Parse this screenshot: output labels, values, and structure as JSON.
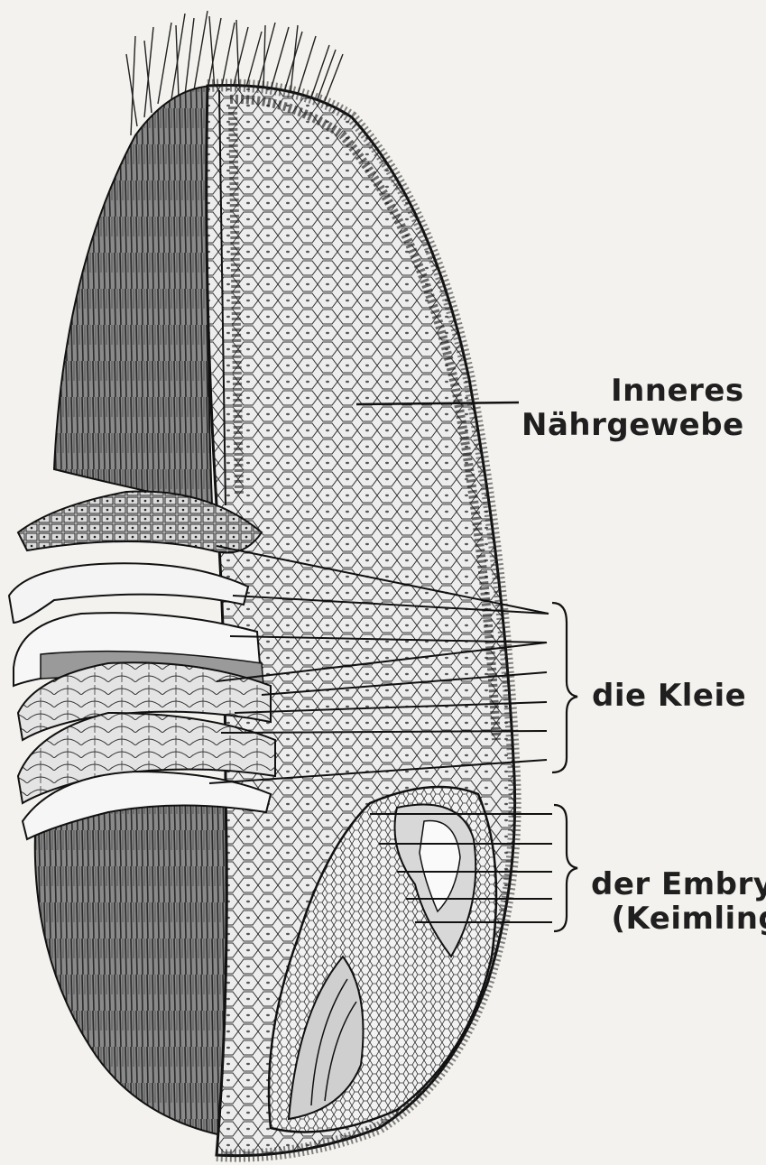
{
  "labels": {
    "inner": {
      "line1": "Inneres",
      "line2": "Nährgewebe"
    },
    "bran": {
      "text": "die Kleie"
    },
    "embryo": {
      "line1": "der Embryo",
      "line2": "(Keimling)"
    }
  },
  "colors": {
    "ink": "#1f1f1f",
    "paper": "#f3f2ee",
    "kernel_fill": "#7a7a7a",
    "endosperm_fill": "#ececec",
    "layer_gray": "#9a9a9a"
  }
}
